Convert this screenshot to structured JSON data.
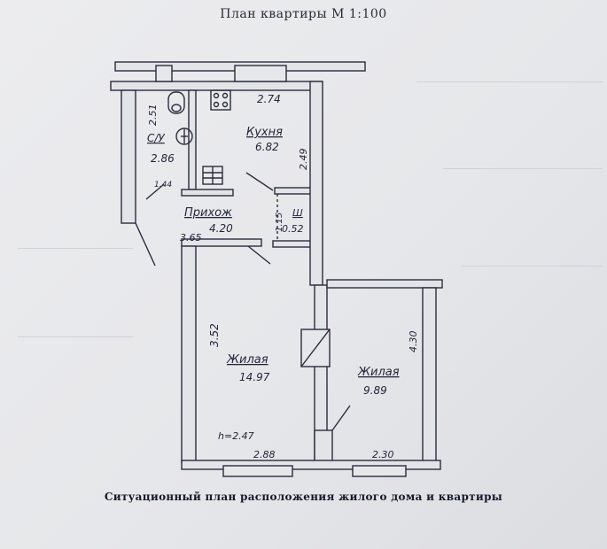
{
  "title": "План квартиры М 1:100",
  "caption": "Ситуационный план расположения жилого дома и квартиры",
  "rooms": {
    "bathroom": {
      "name": "С/У",
      "area": "2.86",
      "dim_side": "2.51",
      "dim_door": "1.44"
    },
    "kitchen": {
      "name": "Кухня",
      "area": "6.82",
      "dim_top": "2.74",
      "dim_side": "2.49"
    },
    "hallway": {
      "name": "Прихож",
      "area": "4.20",
      "dim_left": "3.65",
      "dim_mid": "1.15"
    },
    "closet": {
      "name": "Ш",
      "area": "0.52"
    },
    "living_room_1": {
      "name": "Жилая",
      "area": "14.97",
      "dim_side": "3.52",
      "dim_bottom": "2.88",
      "height": "h=2.47"
    },
    "living_room_2": {
      "name": "Жилая",
      "area": "9.89",
      "dim_side": "4.30",
      "dim_bottom": "2.30"
    }
  }
}
